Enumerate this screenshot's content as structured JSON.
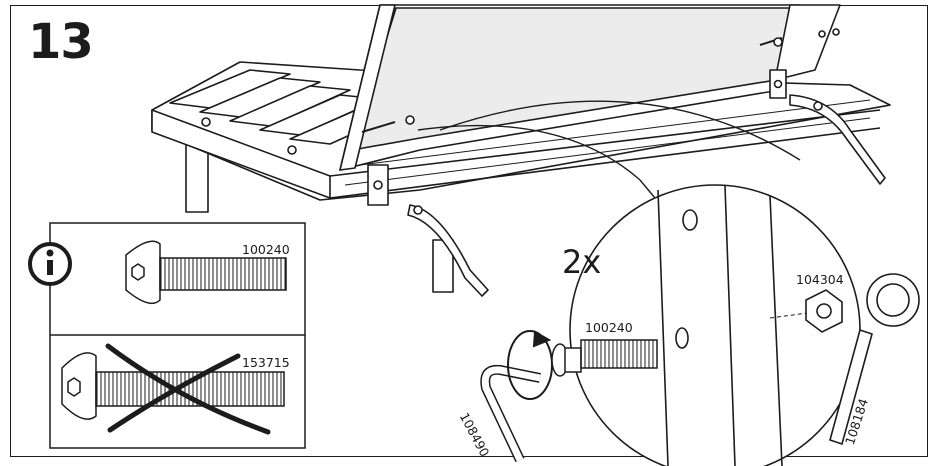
{
  "step": {
    "number": "13",
    "quantity": "2x"
  },
  "parts": {
    "correct_screw": "100240",
    "wrong_screw": "153715",
    "detail_screw": "100240",
    "nut": "104304",
    "hex_key": "108490",
    "wrench": "108184"
  },
  "icons": {
    "info": "info-icon",
    "forbidden": "cross-out-mark"
  }
}
